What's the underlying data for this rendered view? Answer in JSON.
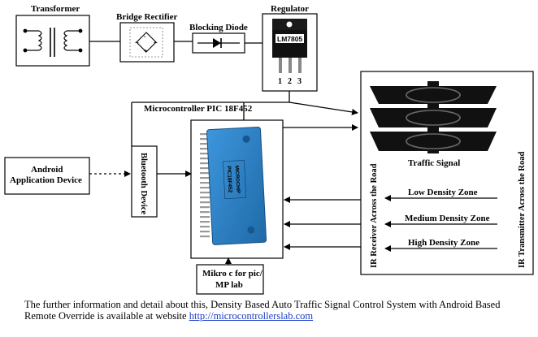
{
  "labels": {
    "transformer": "Transformer",
    "bridge_rectifier": "Bridge Rectifier",
    "blocking_diode": "Blocking Diode",
    "regulator": "Regulator",
    "regulator_chip": "LM7805",
    "regulator_pins": [
      "1",
      "2",
      "3"
    ],
    "microcontroller": "Microcontroller PIC 18F452",
    "android_line1": "Android",
    "android_line2": "Application Device",
    "bluetooth": "Bluetooth Device",
    "mikro_line1": "Mikro c for pic/",
    "mikro_line2": "MP lab",
    "traffic_signal": "Traffic Signal",
    "ir_receiver": "IR Receiver Across the Road",
    "ir_transmitter": "IR Transmitter Across the Road",
    "low_density": "Low Density Zone",
    "medium_density": "Medium Density Zone",
    "high_density": "High Density Zone"
  },
  "footer": {
    "text": "The further information and detail about this, Density Based Auto Traffic Signal Control System with Android Based Remote Override is available at website ",
    "link": "http://microcontrollerslab.com"
  },
  "colors": {
    "chip_body": "#2a7fc4",
    "chip_pins": "#9a9a9a",
    "regulator_body": "#111111",
    "traffic_light_body": "#111111",
    "link": "#1a3cc8"
  }
}
